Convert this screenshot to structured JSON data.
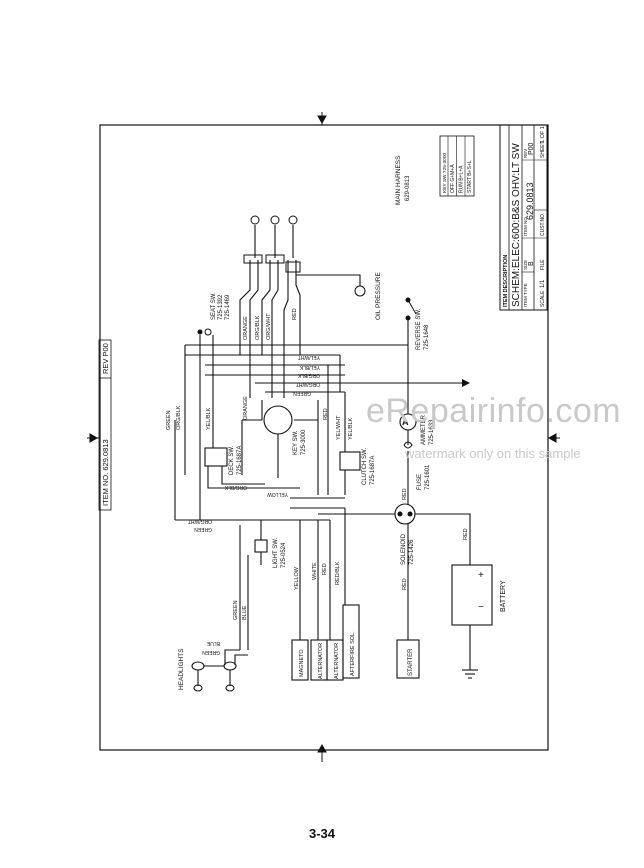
{
  "page_number": "3-34",
  "watermark": {
    "main": "eRepairinfo.com",
    "sub": "watermark only on this sample"
  },
  "title_block": {
    "item_description_label": "ITEM DESCRIPTION",
    "description": "SCHEM:ELEC:600:B&S OHV:LT SW",
    "item_no_label": "ITEM NO.",
    "item_no": "629.0813",
    "rev_label": "REV",
    "rev": "P00",
    "item_type_label": "ITEM TYPE",
    "item_type": "",
    "size_label": "SIZE",
    "size": "B",
    "scale_label": "SCALE",
    "scale": "1/1",
    "file_label": "FILE",
    "sheet_label": "SHEET",
    "sheet": "1 OF 1",
    "cust_label": "CUST.NO."
  },
  "top_tab": {
    "item_no": "ITEM NO. 629.0813",
    "rev": "REV P00"
  },
  "main_harness": {
    "title": "MAIN HARNESS",
    "part": "629-0813"
  },
  "key_table": {
    "header": "KEY SW 725-3000",
    "rows": [
      "OFF  G+M+A",
      "RUN  B+L+A",
      "START  B+S+L"
    ]
  },
  "components": {
    "seat_sw": "SEAT SW.",
    "seat_sw_parts": [
      "725-1392",
      "725-1469"
    ],
    "oil_pressure": "OIL PRESSURE",
    "reverse_sw": "REVERSE SW.",
    "reverse_sw_part": "725-1648",
    "ammeter": "AMMETER",
    "ammeter_part": "725-1633",
    "fuse": "FUSE",
    "fuse_part": "725-1601",
    "clutch_sw": "CLUTCH SW.",
    "clutch_sw_part": "725-1687A",
    "key_sw": "KEY SW.",
    "key_sw_part": "725-3000",
    "deck_sw": "DECK SW.",
    "deck_sw_part": "725-1687A",
    "solenoid": "SOLENOID",
    "solenoid_part": "725-1426",
    "light_sw": "LIGHT SW.",
    "light_sw_part": "725-0524",
    "battery": "BATTERY",
    "headlights": "HEADLIGHTS",
    "starter": "STARTER",
    "magneto": "MAGNETO",
    "alternator1": "ALTERNATOR",
    "alternator2": "ALTERNATOR",
    "afterfire": "AFTERFIRE SOL."
  },
  "wire_labels": {
    "orange1": "ORANGE",
    "orgblk1": "ORG/BLK",
    "orgwht1": "ORG/WHT",
    "red1": "RED",
    "yelwht1": "YEL/WHT",
    "yelblk1": "YEL/BLK",
    "orgblk2": "ORG/BLK",
    "orgwht2": "ORG/WHT",
    "green1": "GREEN",
    "green2": "GREEN",
    "orgblk3": "ORG/BLK",
    "yelblk2": "YEL/BLK",
    "orange2": "ORANGE",
    "red2": "RED",
    "yelwht2": "YEL/WHT",
    "yelblk3": "YEL/BLK",
    "orgblk4": "ORG/BLK",
    "yellow1": "YELLOW",
    "orgwht3": "ORG/WHT",
    "green3": "GREEN",
    "yellow2": "YELLOW",
    "white": "WHITE",
    "red3": "RED",
    "redblk": "RED/BLK",
    "red4": "RED",
    "red5": "RED",
    "red6": "RED",
    "green4": "GREEN",
    "blue1": "BLUE",
    "blue2": "BLUE",
    "green5": "GREEN"
  }
}
